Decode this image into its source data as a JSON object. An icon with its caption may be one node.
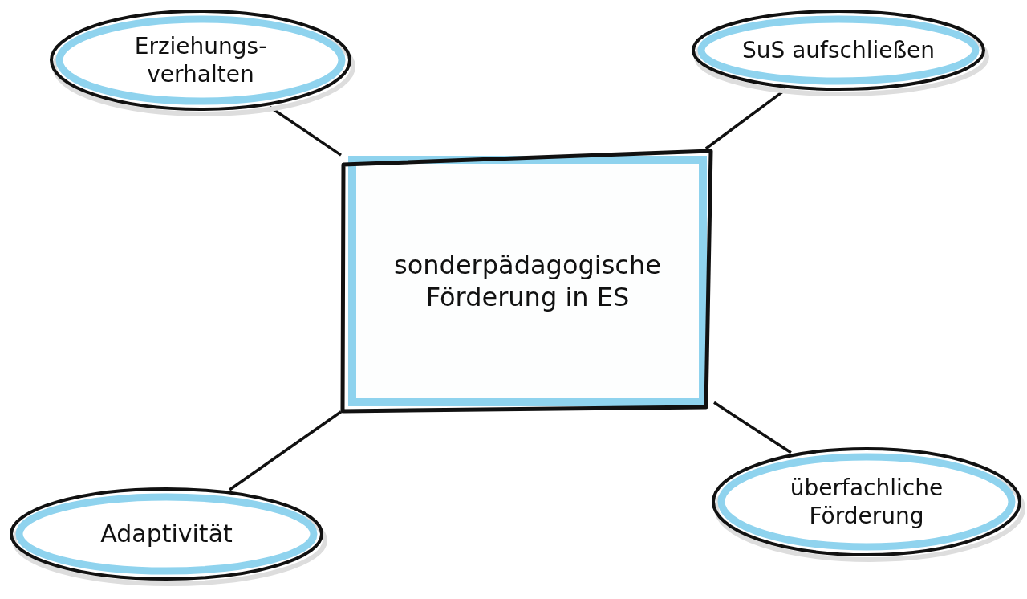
{
  "diagram": {
    "nodes": [
      {
        "text": [
          "sonderpädagogische Förderung in ES"
        ]
      },
      {
        "text": [
          "Erziehungs- verhalten"
        ]
      },
      {
        "text": [
          "SuS aufschließen"
        ]
      },
      {
        "text": [
          "Adaptivität"
        ]
      },
      {
        "text": [
          "überfachliche Förderung"
        ]
      }
    ],
    "edges": [
      {
        "from": 0,
        "to": 1,
        "arrow": "none"
      },
      {
        "from": 0,
        "to": 2,
        "arrow": "none"
      },
      {
        "from": 0,
        "to": 3,
        "arrow": "none"
      },
      {
        "from": 0,
        "to": 4,
        "arrow": "none"
      }
    ]
  }
}
